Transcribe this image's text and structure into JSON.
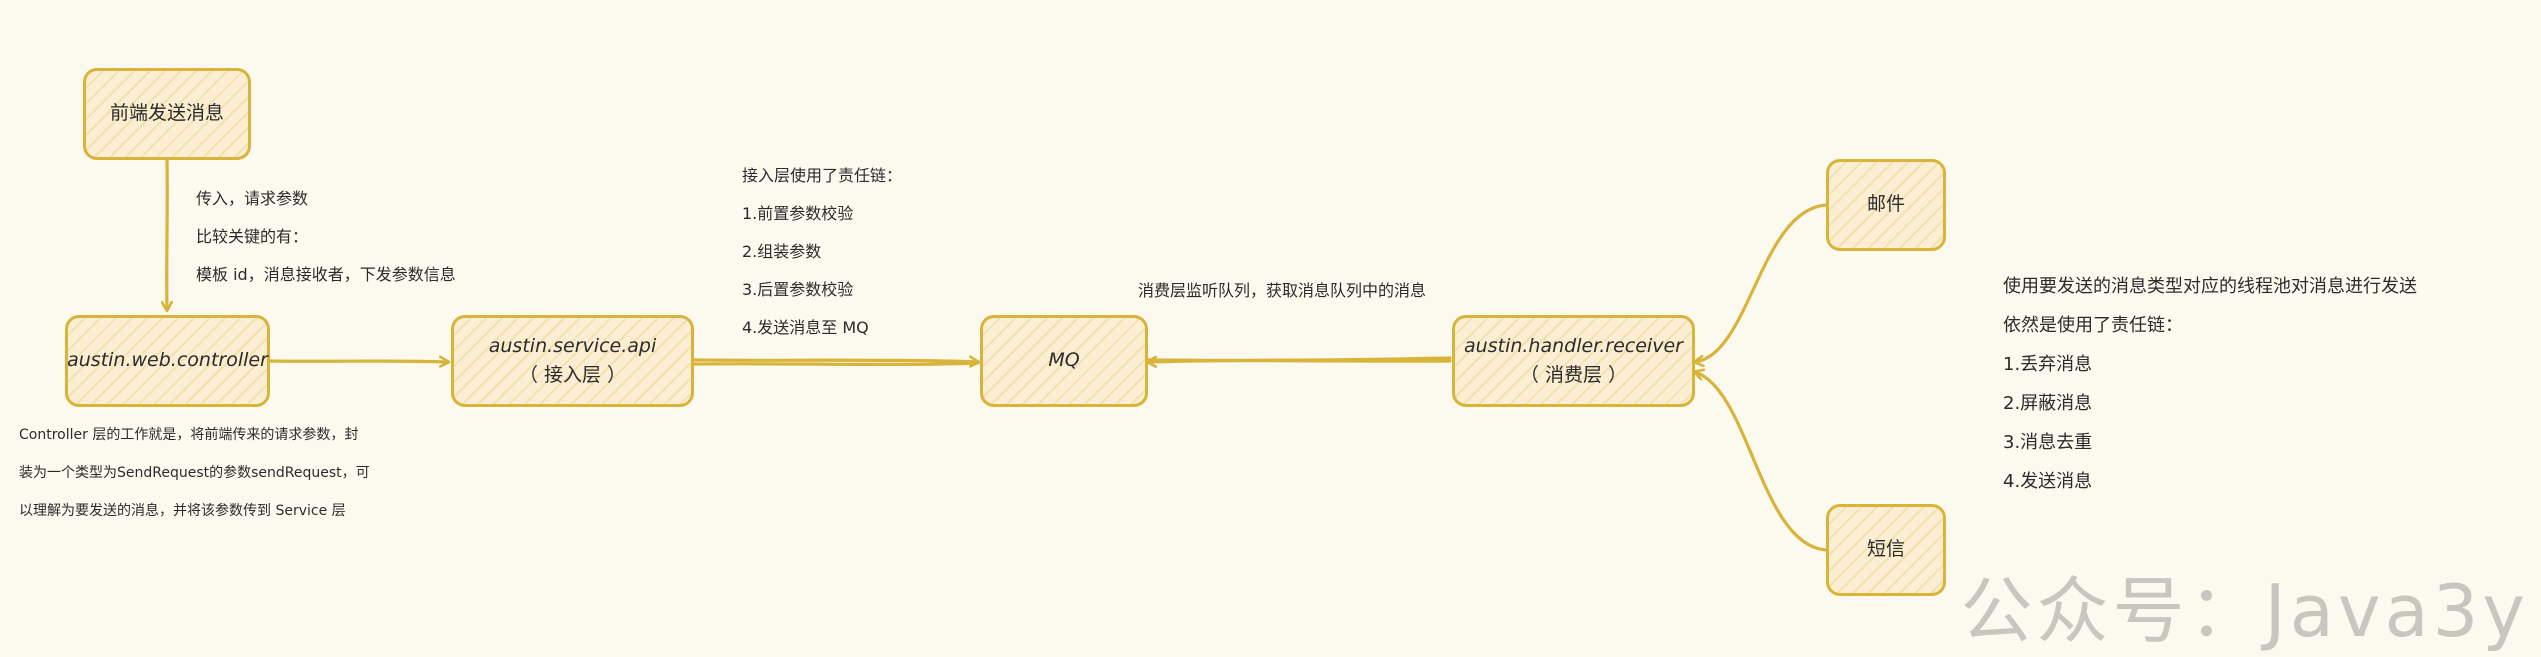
{
  "nodes": {
    "frontend": "前端发送消息",
    "controller": "austin.web.controller",
    "api": "austin.service.api",
    "api_sub": "（ 接入层 ）",
    "mq": "MQ",
    "receiver": "austin.handler.receiver",
    "receiver_sub": "（ 消费层 ）",
    "email": "邮件",
    "sms": "短信"
  },
  "notes": {
    "input": [
      "传入，请求参数",
      "比较关键的有：",
      "模板 id，消息接收者，下发参数信息"
    ],
    "access_chain": [
      "接入层使用了责任链：",
      "1.前置参数校验",
      "2.组装参数",
      "3.后置参数校验",
      "4.发送消息至 MQ"
    ],
    "consumer_listen": "消费层监听队列，获取消息队列中的消息",
    "controller_desc": [
      "Controller 层的工作就是，将前端传来的请求参数，封",
      "装为一个类型为SendRequest的参数sendRequest，可",
      "以理解为要发送的消息，并将该参数传到 Service 层"
    ],
    "thread_pool": [
      "使用要发送的消息类型对应的线程池对消息进行发送",
      "依然是使用了责任链：",
      "1.丢弃消息",
      "2.屏蔽消息",
      "3.消息去重",
      "4.发送消息"
    ]
  },
  "watermark": "公众号：Java3y",
  "colors": {
    "accent": "#d8b43a",
    "fill": "#fbeed2",
    "background": "#fcf9ef"
  }
}
